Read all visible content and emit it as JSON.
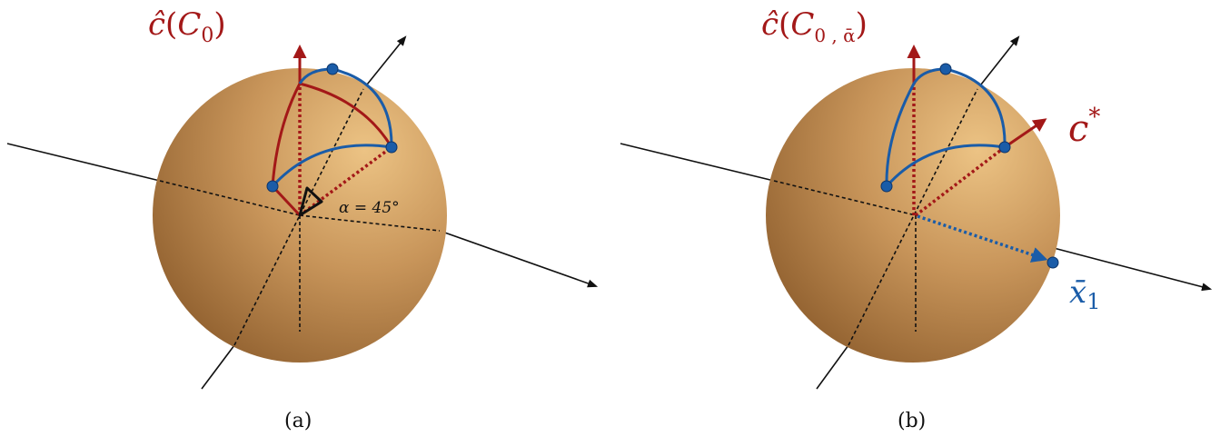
{
  "colors": {
    "red": "#a31818",
    "blue": "#1a5ca8",
    "black": "#111111",
    "sphere_light": "#e8bd7a",
    "sphere_dark": "#8a5a2a"
  },
  "panel_a": {
    "title_hat": "ĉ",
    "title_open": "(",
    "title_var": "C",
    "title_sub": "0",
    "title_close": ")",
    "angle_label": "α = 45°",
    "caption": "(a)"
  },
  "panel_b": {
    "title_hat": "ĉ",
    "title_open": "(",
    "title_var": "C",
    "title_sub": "0 , ᾱ",
    "title_close": ")",
    "cstar_base": "c",
    "cstar_sup": "*",
    "xbar_base": "x̄",
    "xbar_sub": "1",
    "caption": "(b)"
  }
}
